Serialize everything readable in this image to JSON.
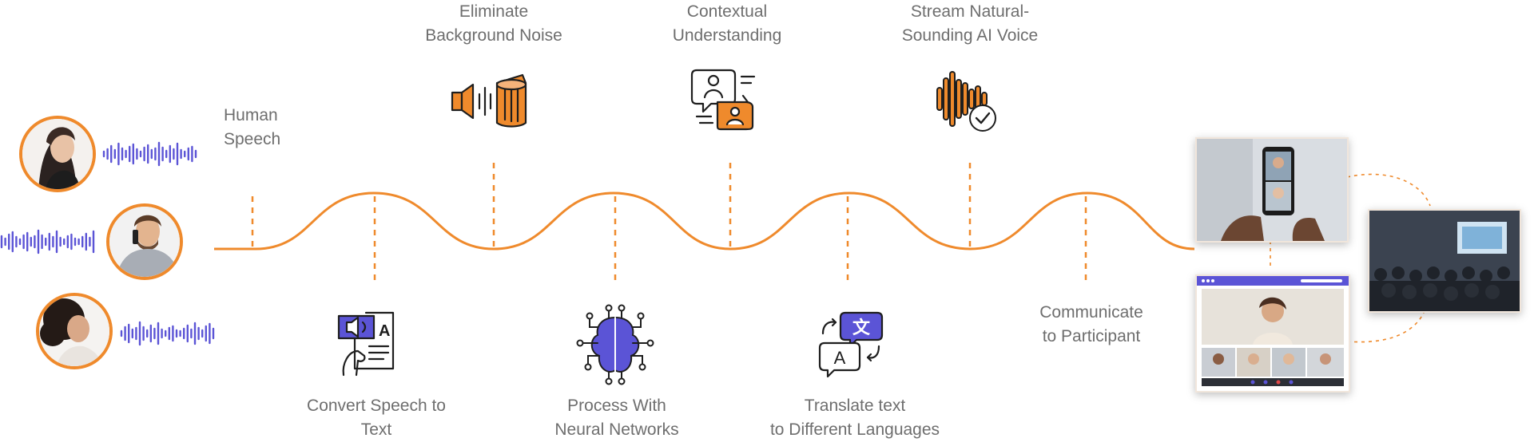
{
  "colors": {
    "accent": "#ef8a2c",
    "wave": "#5b54d6",
    "text": "#6e6e6e",
    "icon_stroke": "#1e1e1e"
  },
  "steps_top": [
    {
      "line1": "Eliminate",
      "line2": "Background Noise",
      "icon": "speaker-noise-icon"
    },
    {
      "line1": "Contextual",
      "line2": "Understanding",
      "icon": "chat-users-icon"
    },
    {
      "line1": "Stream Natural-",
      "line2": "Sounding AI Voice",
      "icon": "soundwave-check-icon"
    }
  ],
  "steps_bottom": [
    {
      "line1": "Convert Speech to",
      "line2": "Text",
      "icon": "speech-to-text-icon"
    },
    {
      "line1": "Process With",
      "line2": "Neural Networks",
      "icon": "neural-brain-icon"
    },
    {
      "line1": "Translate text",
      "line2": "to Different Languages",
      "icon": "translate-icon"
    }
  ],
  "start_label": {
    "line1": "Human",
    "line2": "Speech"
  },
  "end_label": {
    "line1": "Communicate",
    "line2": "to Participant"
  },
  "speakers": [
    {
      "icon": "woman-speaker-avatar"
    },
    {
      "icon": "man-phone-avatar"
    },
    {
      "icon": "curly-hair-speaker-avatar"
    }
  ],
  "icon_glyphs": {
    "translate_top": "文",
    "translate_bottom": "A",
    "doc_letter": "A"
  }
}
